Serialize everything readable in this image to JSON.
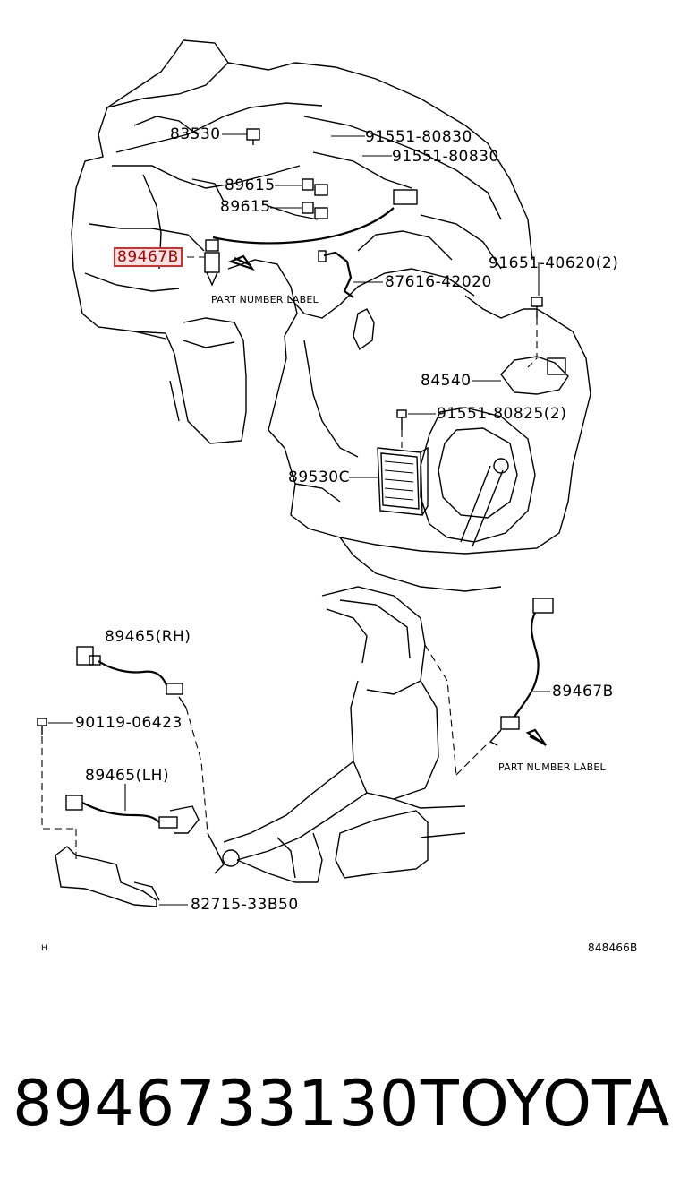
{
  "diagram": {
    "labels": {
      "p83530": "83530",
      "p91551_80830_a": "91551-80830",
      "p91551_80830_b": "91551-80830",
      "p89615_a": "89615",
      "p89615_b": "89615",
      "p89467B_highlight": "89467B",
      "p91651": "91651-40620(2)",
      "p87616": "87616-42020",
      "part_number_label_top": "PART NUMBER LABEL",
      "p84540": "84540",
      "p91551_80825": "91551-80825(2)",
      "p89530C": "89530C",
      "p89465_rh": "89465(RH)",
      "p90119": "90119-06423",
      "p89465_lh": "89465(LH)",
      "p89467B": "89467B",
      "part_number_label_bottom": "PART NUMBER LABEL",
      "p82715": "82715-33B50",
      "corner_mark": "H",
      "diagram_id": "848466B"
    },
    "highlight_color": "#d03030"
  },
  "footer": {
    "part_number": "8946733130",
    "brand": "TOYOTA"
  }
}
